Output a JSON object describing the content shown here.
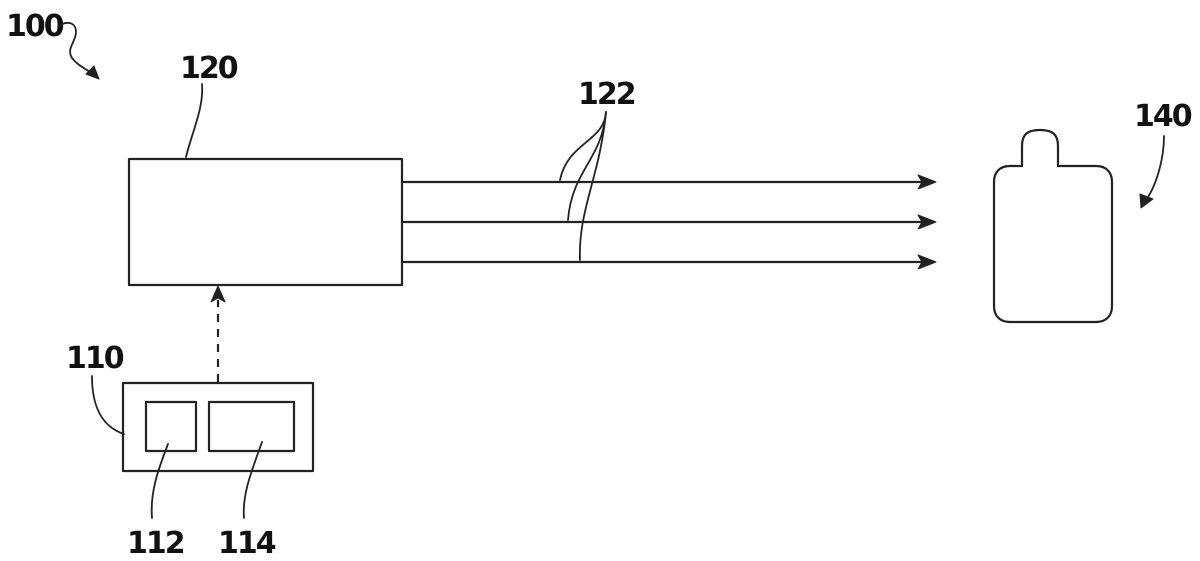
{
  "diagram": {
    "labels": {
      "system": "100",
      "device": "110",
      "sub_a": "112",
      "sub_b": "114",
      "unit": "120",
      "outputs": "122",
      "container": "140"
    }
  }
}
